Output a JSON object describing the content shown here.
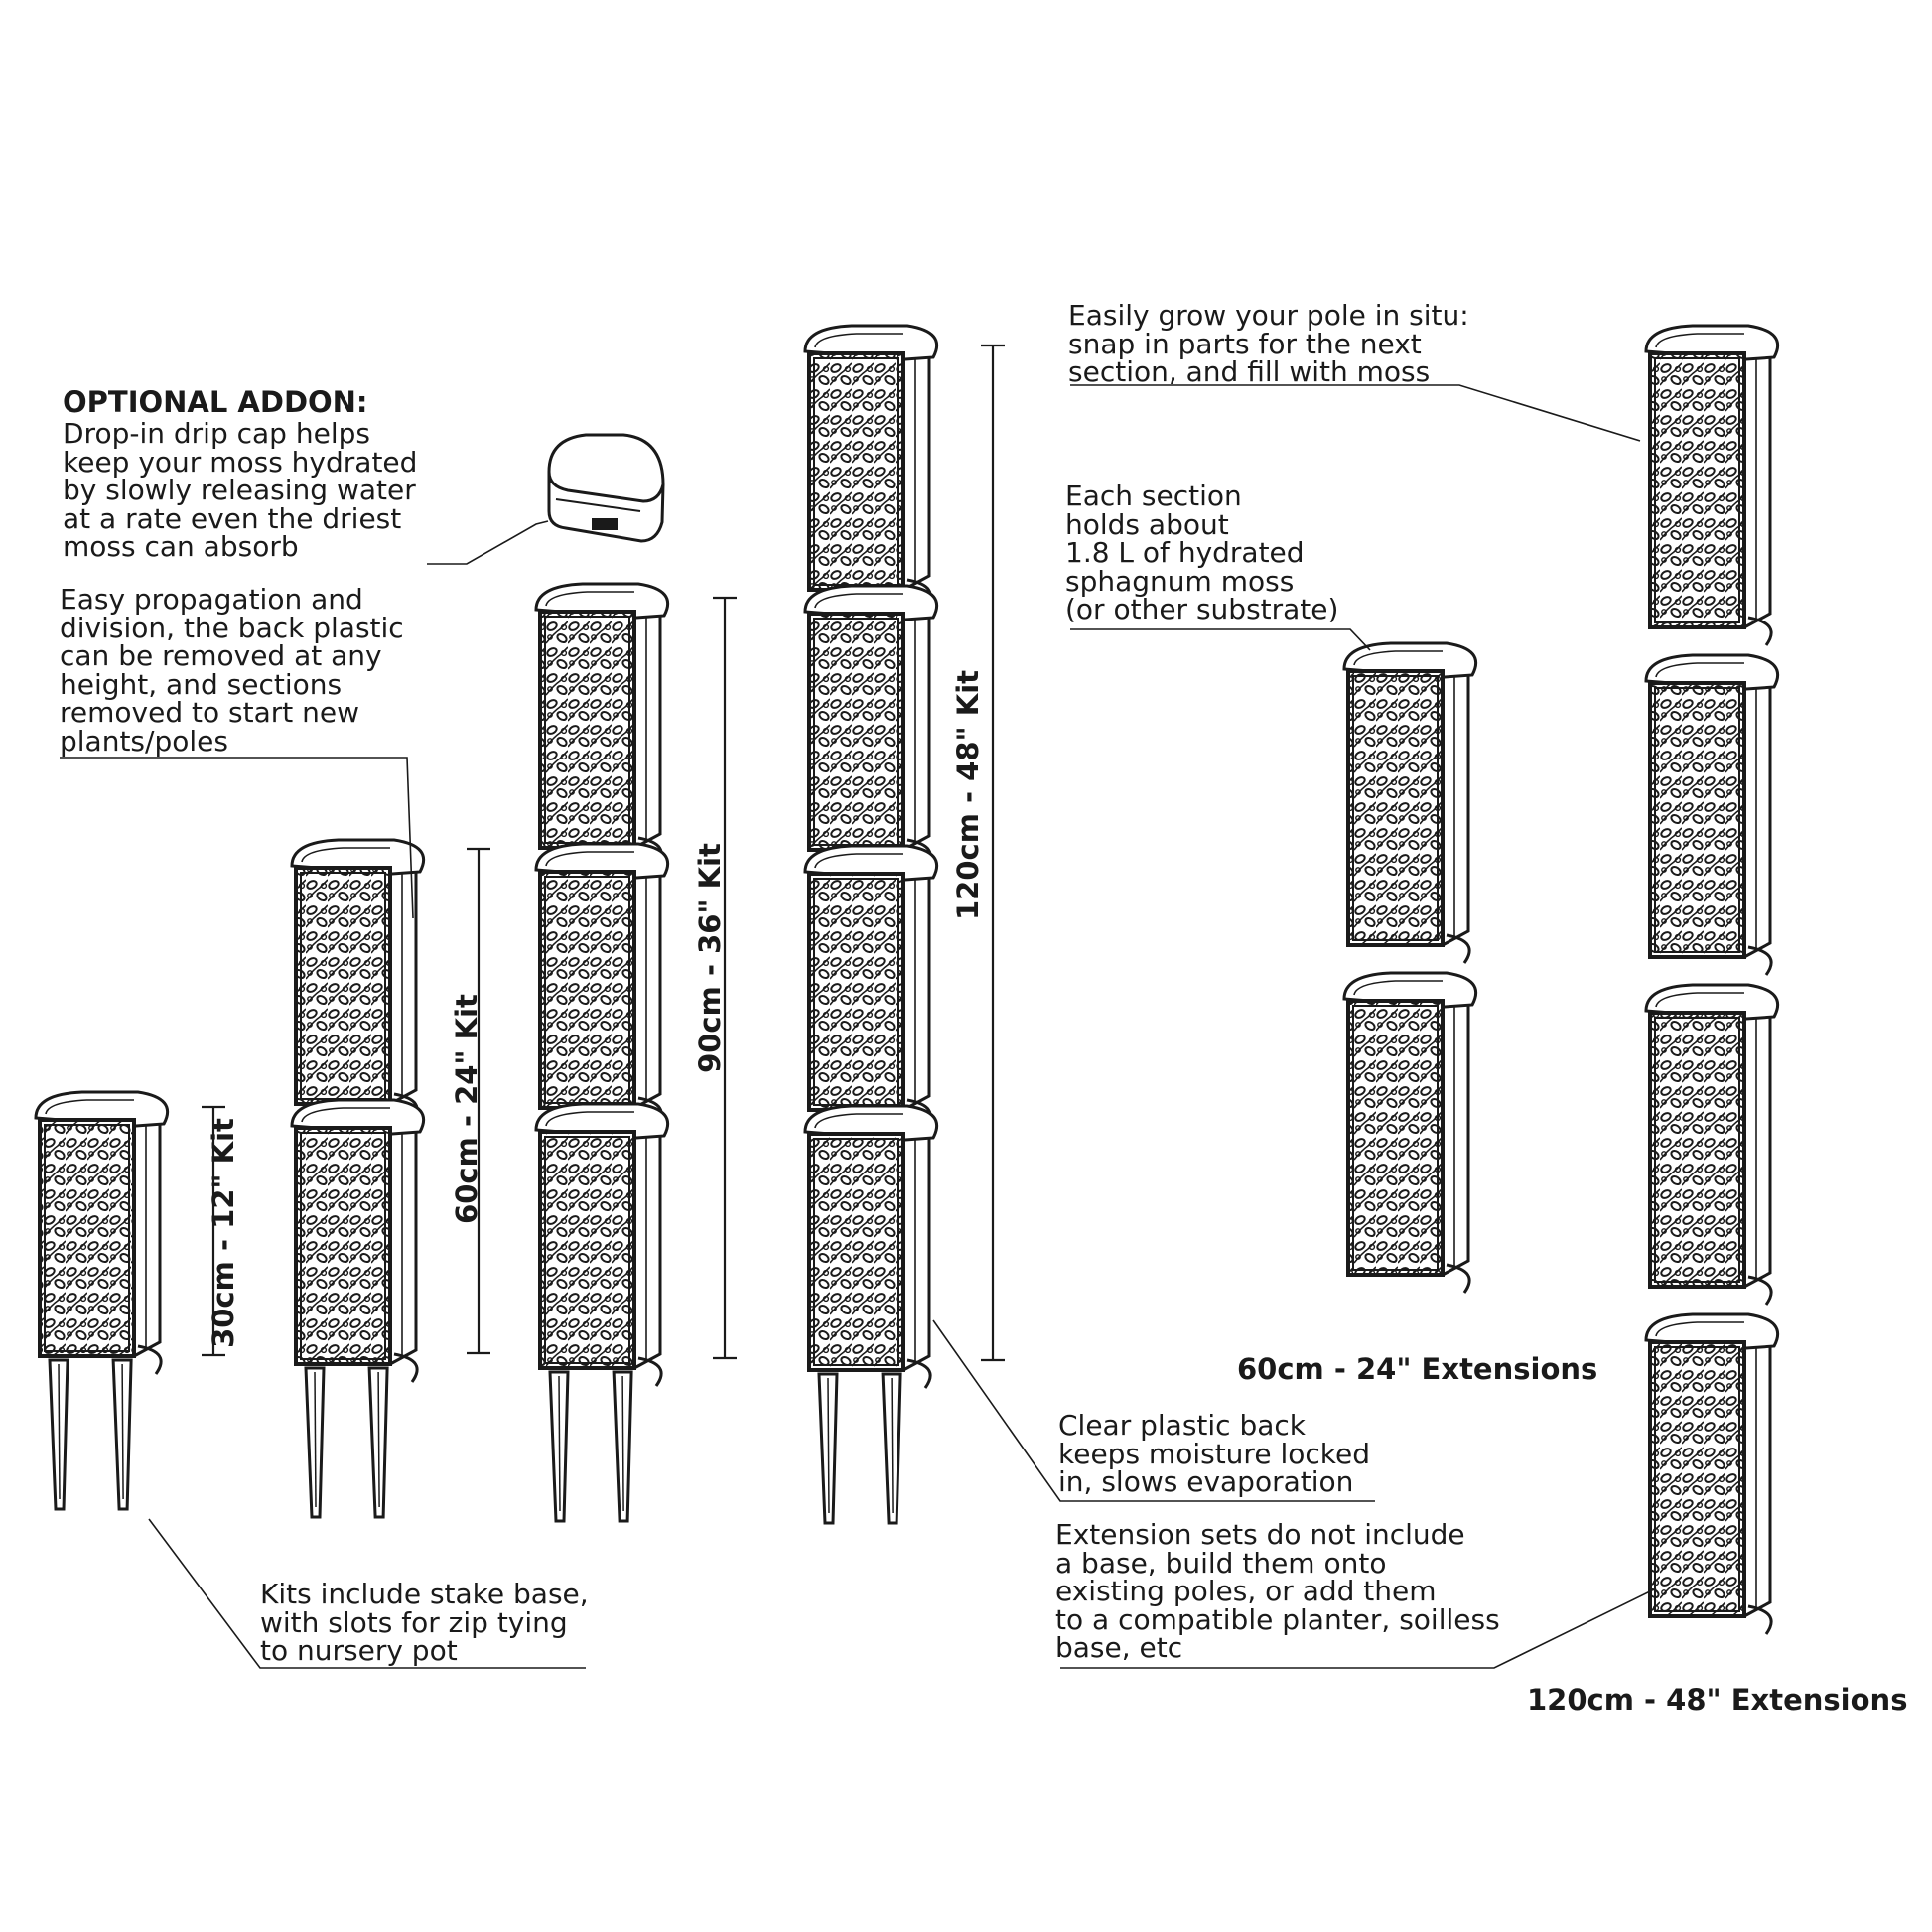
{
  "notes": {
    "addon_heading": "OPTIONAL ADDON:",
    "addon_text": "Drop-in drip cap helps\nkeep your moss hydrated\nby slowly releasing water\nat a rate even the driest\nmoss can absorb",
    "propagation": "Easy propagation and\ndivision, the back plastic\ncan be removed at any\nheight, and sections\nremoved to start new\nplants/poles",
    "stake": "Kits include stake base,\nwith slots for zip tying\nto nursery pot",
    "grow_in_situ": "Easily grow your pole in situ:\nsnap in parts for the next\nsection, and fill with moss",
    "section_holds": "Each section\nholds about\n1.8 L of hydrated\nsphagnum moss\n(or other substrate)",
    "clear_back": "Clear plastic back\nkeeps moisture locked\nin, slows evaporation",
    "extension_sets": "Extension sets do not include\na base, build them onto\nexisting poles, or add them\nto a compatible planter, soilless\nbase, etc"
  },
  "kits": [
    {
      "label": "30cm - 12\" Kit",
      "sections": 1
    },
    {
      "label": "60cm - 24\" Kit",
      "sections": 2
    },
    {
      "label": "90cm - 36\" Kit",
      "sections": 3
    },
    {
      "label": "120cm - 48\" Kit",
      "sections": 4
    }
  ],
  "extensions": [
    {
      "label": "60cm - 24\" Extensions",
      "sections": 2
    },
    {
      "label": "120cm - 48\" Extensions",
      "sections": 4
    }
  ],
  "colors": {
    "line": "#1a1a1a",
    "background": "#ffffff"
  },
  "icons": [
    "drip-cap-icon",
    "pole-section-icon",
    "stake-icon"
  ]
}
